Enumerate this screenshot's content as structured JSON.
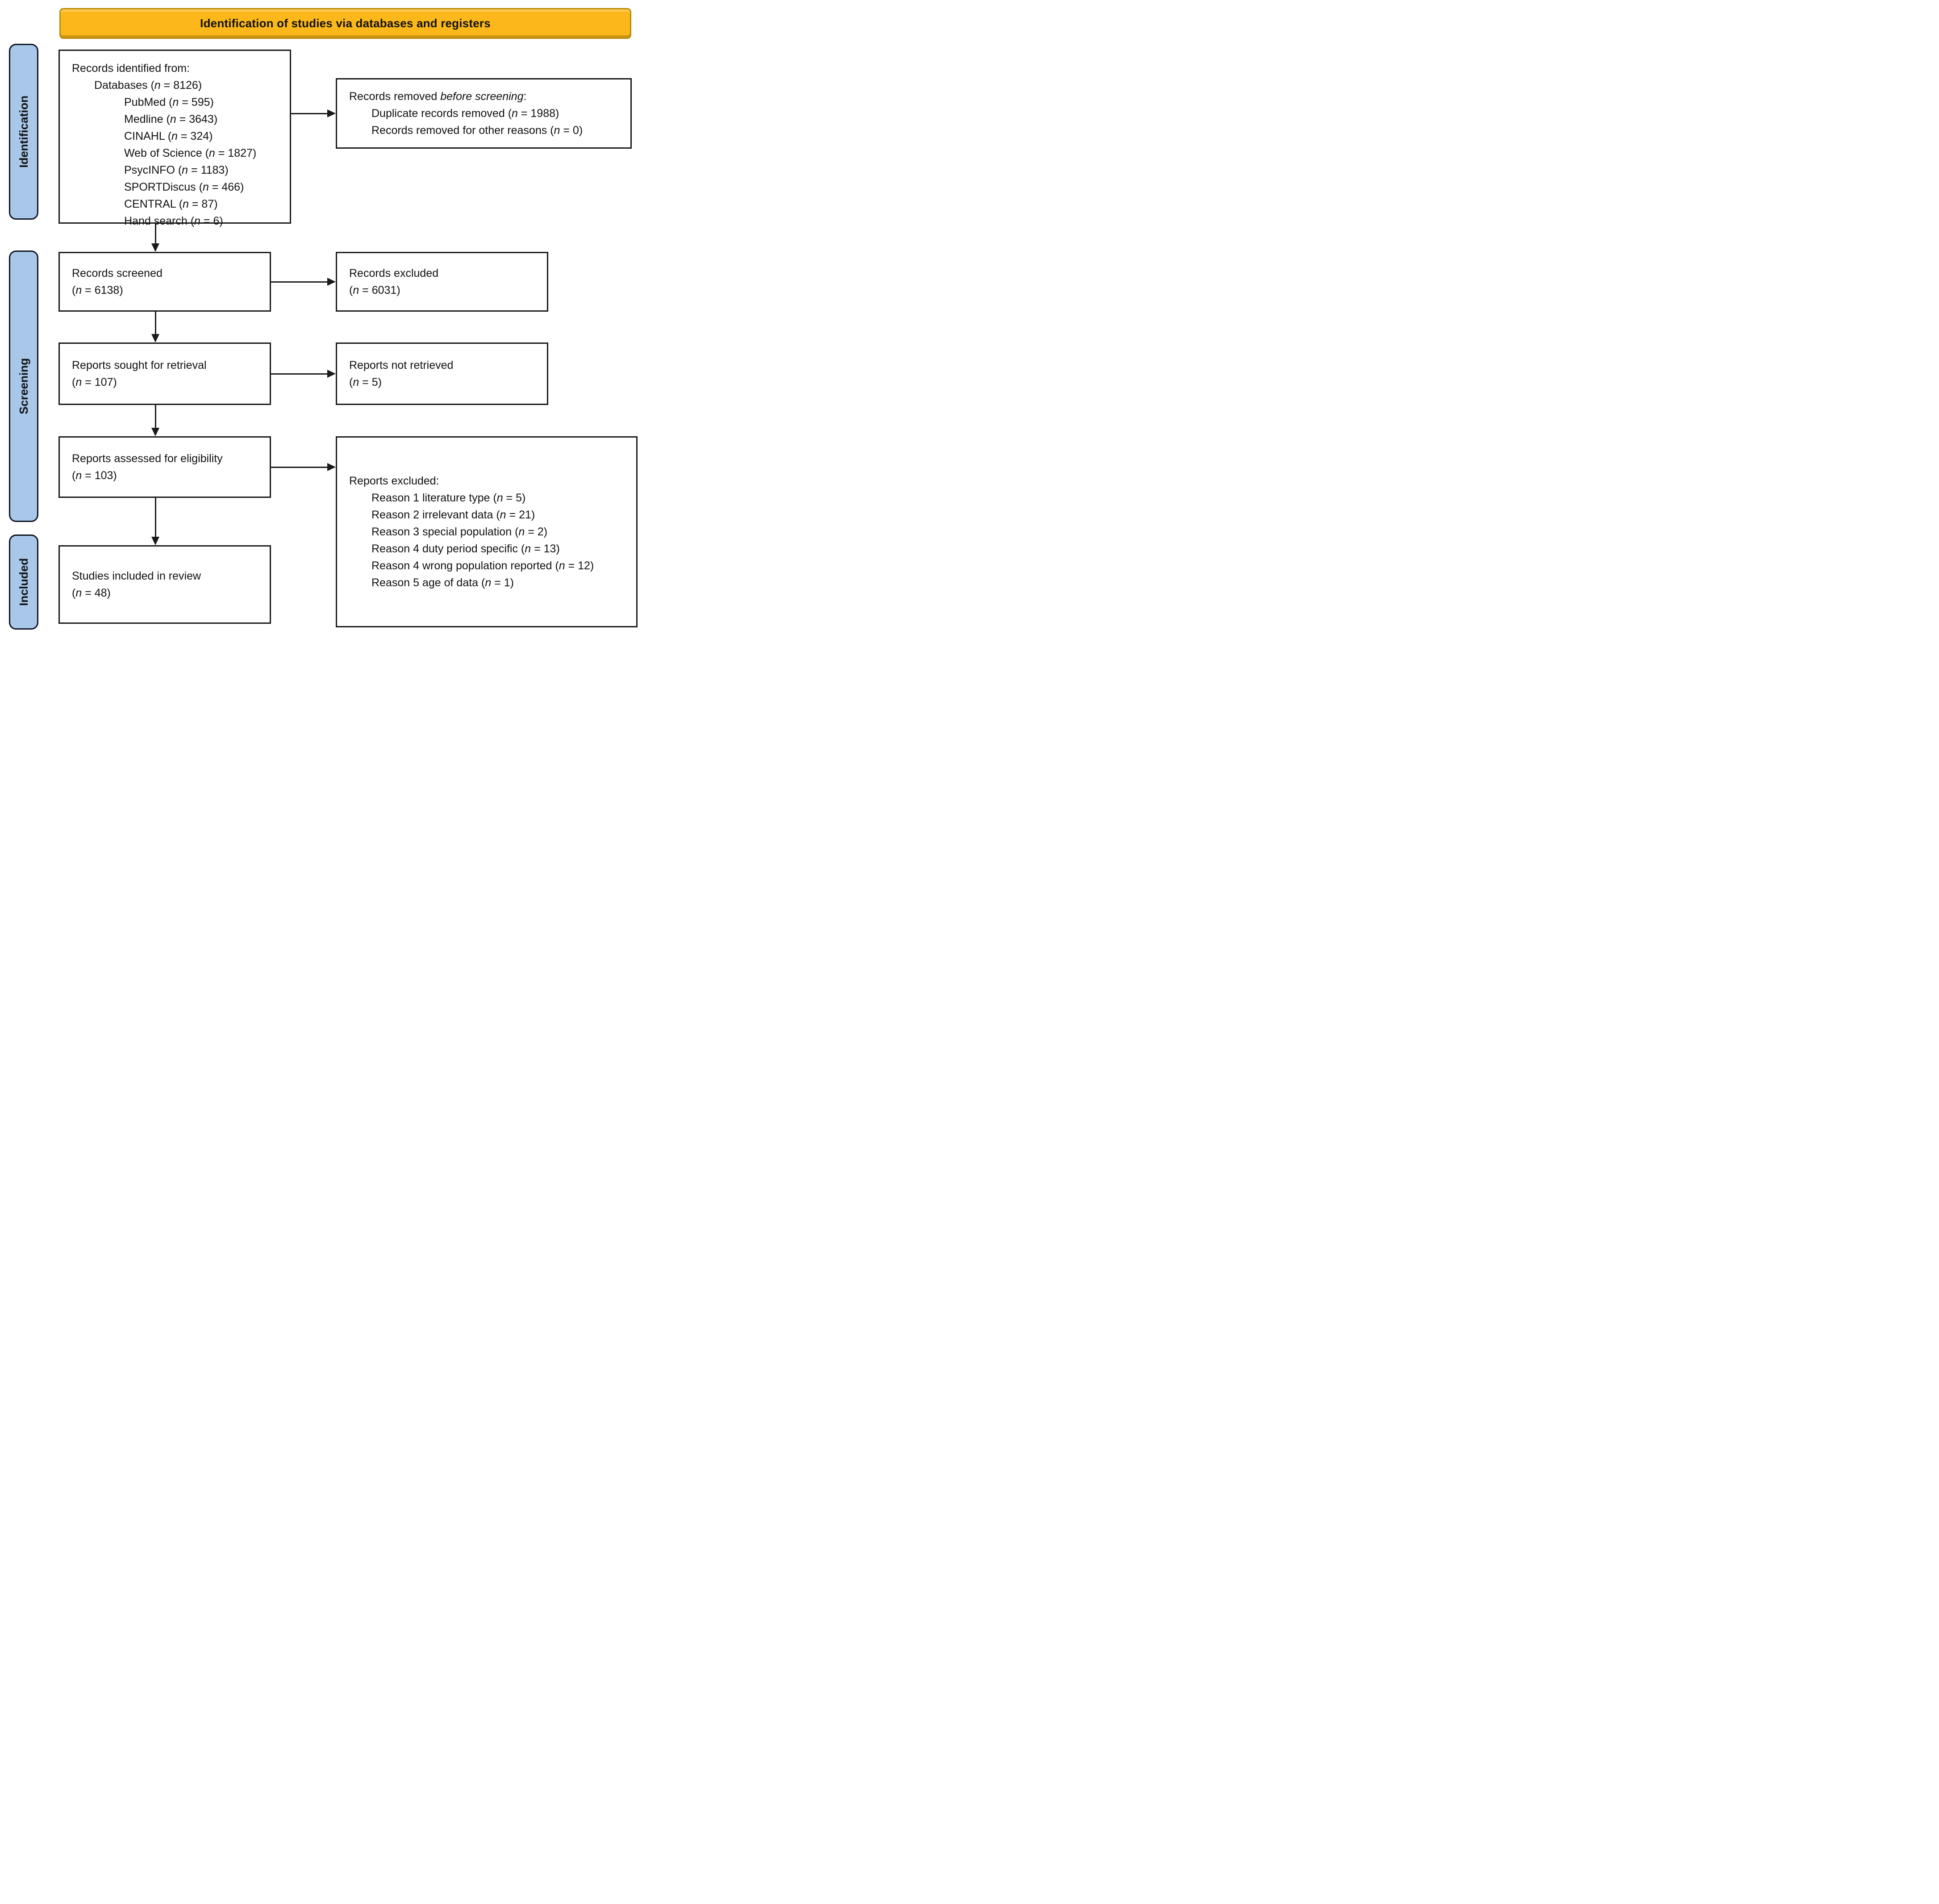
{
  "banner": {
    "title": "Identification of studies via databases and registers"
  },
  "sidebar": {
    "stages": [
      {
        "label": "Identification"
      },
      {
        "label": "Screening"
      },
      {
        "label": "Included"
      }
    ]
  },
  "boxes": {
    "records_identified": {
      "lines": [
        "Records identified from:",
        "Databases (n = 8126)",
        "PubMed (n = 595)",
        "Medline (n = 3643)",
        "CINAHL (n = 324)",
        "Web of Science (n = 1827)",
        "PsycINFO (n = 1183)",
        "SPORTDiscus (n = 466)",
        "CENTRAL (n = 87)",
        "Hand search (n = 6)"
      ]
    },
    "records_removed": {
      "lines": [
        "Records removed *before screening*:",
        "Duplicate records removed (n = 1988)",
        "Records removed for other reasons (n = 0)"
      ]
    },
    "records_screened": {
      "lines": [
        "Records screened",
        "(n = 6138)"
      ]
    },
    "records_excluded": {
      "lines": [
        "Records excluded",
        "(n = 6031)"
      ]
    },
    "reports_sought": {
      "lines": [
        "Reports sought for retrieval",
        "(n = 107)"
      ]
    },
    "reports_not_retrieved": {
      "lines": [
        "Reports not retrieved",
        "(n = 5)"
      ]
    },
    "reports_assessed": {
      "lines": [
        "Reports assessed for eligibility",
        "(n = 103)"
      ]
    },
    "reports_excluded": {
      "lines": [
        "Reports excluded:",
        "Reason 1 literature type (n = 5)",
        "Reason 2 irrelevant data (n = 21)",
        "Reason 3 special population (n = 2)",
        "Reason 4 duty period specific (n = 13)",
        "Reason 4 wrong population reported (n = 12)",
        "Reason 5 age of data (n = 1)"
      ]
    },
    "studies_included": {
      "lines": [
        "Studies included in review",
        "(n = 48)"
      ]
    }
  },
  "colors": {
    "banner_bg": "#FCB81B",
    "banner_border": "#BD8A06",
    "stage_bg": "#A9C7E9",
    "stage_border": "#0E1524",
    "box_border": "#1A1A1A",
    "arrow": "#1A1A1A"
  }
}
